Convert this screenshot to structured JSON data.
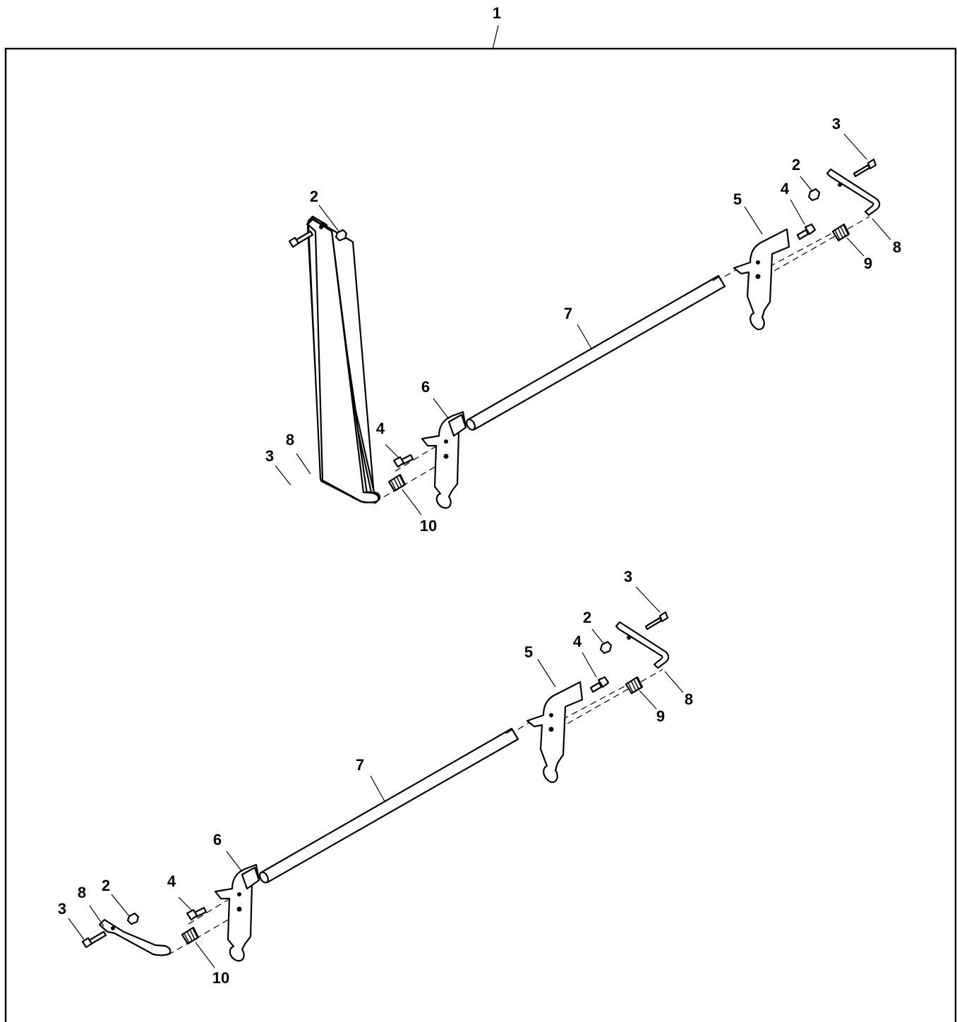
{
  "assembly": {
    "callout": "1"
  },
  "upper_assembly": {
    "callouts": {
      "nut_right": "2",
      "bolt_right": "3",
      "washer_bolt_right": "4",
      "hook_right": "5",
      "hook_left": "6",
      "shaft": "7",
      "link_right": "8",
      "spring_right": "9",
      "nut_left": "2",
      "bolt_left": "3",
      "washer_bolt_left": "4",
      "link_left": "8",
      "spring_left": "10"
    }
  },
  "lower_assembly": {
    "callouts": {
      "nut_right": "2",
      "bolt_right": "3",
      "washer_bolt_right": "4",
      "hook_right": "5",
      "hook_left": "6",
      "shaft": "7",
      "link_right": "8",
      "spring_right": "9",
      "nut_left": "2",
      "bolt_left": "3",
      "washer_bolt_left": "4",
      "link_left": "8",
      "spring_left": "10"
    }
  }
}
